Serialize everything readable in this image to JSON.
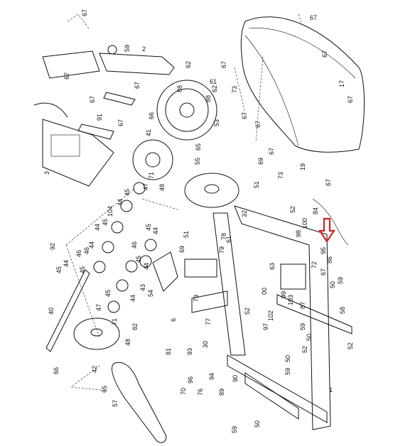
{
  "colors": {
    "line": "#111111",
    "background": "#ffffff",
    "highlight_arrow": "#d42020"
  },
  "highlight": {
    "icon": "red-down-arrow",
    "target_part": "86"
  },
  "callouts": [
    {
      "text": "67"
    },
    {
      "text": "67"
    },
    {
      "text": "67"
    },
    {
      "text": "67"
    },
    {
      "text": "67"
    },
    {
      "text": "67"
    },
    {
      "text": "67"
    },
    {
      "text": "67"
    },
    {
      "text": "67"
    },
    {
      "text": "67"
    },
    {
      "text": "67"
    },
    {
      "text": "67"
    },
    {
      "text": "67"
    },
    {
      "text": "59"
    },
    {
      "text": "2"
    },
    {
      "text": "62"
    },
    {
      "text": "62"
    },
    {
      "text": "61"
    },
    {
      "text": "88"
    },
    {
      "text": "88"
    },
    {
      "text": "53"
    },
    {
      "text": "66"
    },
    {
      "text": "41"
    },
    {
      "text": "65"
    },
    {
      "text": "91"
    },
    {
      "text": "3"
    },
    {
      "text": "17"
    },
    {
      "text": "73"
    },
    {
      "text": "73"
    },
    {
      "text": "19"
    },
    {
      "text": "55"
    },
    {
      "text": "69"
    },
    {
      "text": "48"
    },
    {
      "text": "71"
    },
    {
      "text": "47"
    },
    {
      "text": "45"
    },
    {
      "text": "44"
    },
    {
      "text": "104"
    },
    {
      "text": "46"
    },
    {
      "text": "44"
    },
    {
      "text": "45"
    },
    {
      "text": "45"
    },
    {
      "text": "44"
    },
    {
      "text": "92"
    },
    {
      "text": "45"
    },
    {
      "text": "44"
    },
    {
      "text": "46"
    },
    {
      "text": "40"
    },
    {
      "text": "45"
    },
    {
      "text": "44"
    },
    {
      "text": "43"
    },
    {
      "text": "47"
    },
    {
      "text": "71"
    },
    {
      "text": "48"
    },
    {
      "text": "66"
    },
    {
      "text": "42"
    },
    {
      "text": "65"
    },
    {
      "text": "57"
    },
    {
      "text": "45"
    },
    {
      "text": "44"
    },
    {
      "text": "46"
    },
    {
      "text": "45"
    },
    {
      "text": "44"
    },
    {
      "text": "54"
    },
    {
      "text": "51"
    },
    {
      "text": "69"
    },
    {
      "text": "78"
    },
    {
      "text": "61"
    },
    {
      "text": "79"
    },
    {
      "text": "79"
    },
    {
      "text": "82"
    },
    {
      "text": "81"
    },
    {
      "text": "6"
    },
    {
      "text": "77"
    },
    {
      "text": "30"
    },
    {
      "text": "93"
    },
    {
      "text": "96"
    },
    {
      "text": "94"
    },
    {
      "text": "70"
    },
    {
      "text": "76"
    },
    {
      "text": "89"
    },
    {
      "text": "90"
    },
    {
      "text": "32"
    },
    {
      "text": "51"
    },
    {
      "text": "52"
    },
    {
      "text": "84"
    },
    {
      "text": "100"
    },
    {
      "text": "98"
    },
    {
      "text": "95"
    },
    {
      "text": "86"
    },
    {
      "text": "72"
    },
    {
      "text": "67"
    },
    {
      "text": "63"
    },
    {
      "text": "50"
    },
    {
      "text": "59"
    },
    {
      "text": "58"
    },
    {
      "text": "87"
    },
    {
      "text": "97"
    },
    {
      "text": "102"
    },
    {
      "text": "103"
    },
    {
      "text": "52"
    },
    {
      "text": "00"
    },
    {
      "text": "99"
    },
    {
      "text": "59"
    },
    {
      "text": "50"
    },
    {
      "text": "52"
    },
    {
      "text": "59"
    },
    {
      "text": "50"
    },
    {
      "text": "1"
    },
    {
      "text": "52"
    },
    {
      "text": "59"
    },
    {
      "text": "50"
    }
  ]
}
